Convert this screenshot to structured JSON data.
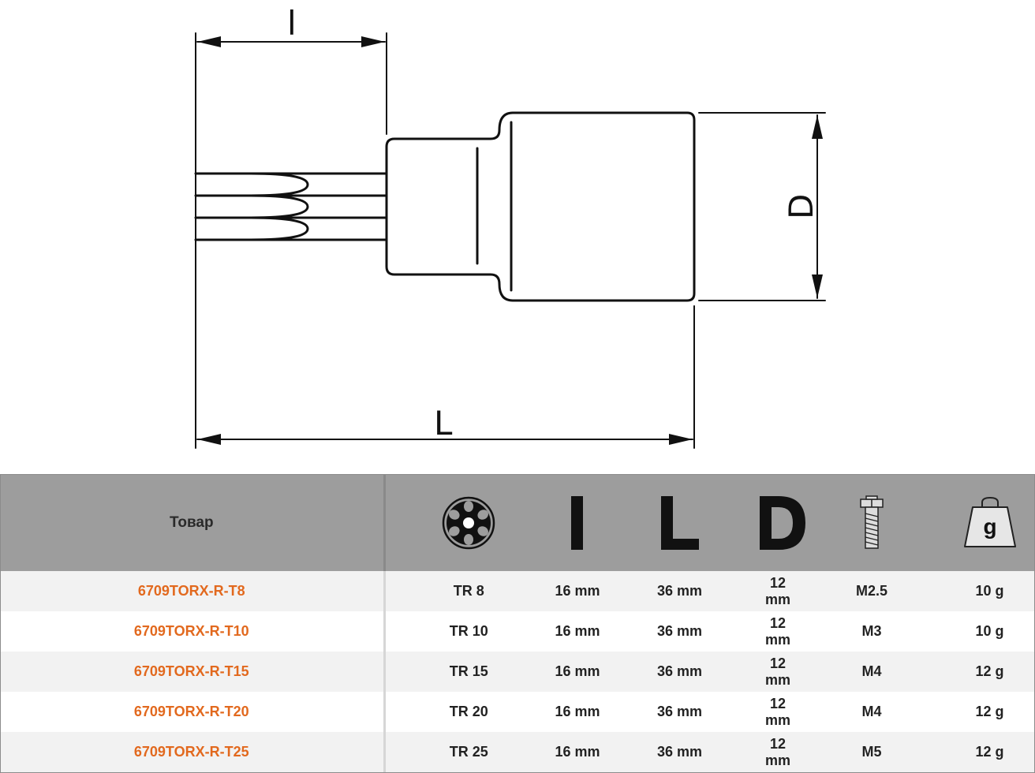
{
  "drawing": {
    "labels": {
      "small_length": "l",
      "total_length": "L",
      "diameter": "D"
    }
  },
  "table": {
    "product_header": "Товар",
    "icon_headers": [
      "torx-size-icon",
      "small-length-l-icon",
      "total-length-L-icon",
      "diameter-D-icon",
      "screw-size-icon",
      "weight-icon"
    ],
    "weight_icon_text": "g",
    "rows": [
      {
        "code": "6709TORX-R-T8",
        "torx": "TR 8",
        "l": "16 mm",
        "L": "36 mm",
        "D": "12 mm",
        "screw": "M2.5",
        "weight": "10 g"
      },
      {
        "code": "6709TORX-R-T10",
        "torx": "TR 10",
        "l": "16 mm",
        "L": "36 mm",
        "D": "12 mm",
        "screw": "M3",
        "weight": "10 g"
      },
      {
        "code": "6709TORX-R-T15",
        "torx": "TR 15",
        "l": "16 mm",
        "L": "36 mm",
        "D": "12 mm",
        "screw": "M4",
        "weight": "12 g"
      },
      {
        "code": "6709TORX-R-T20",
        "torx": "TR 20",
        "l": "16 mm",
        "L": "36 mm",
        "D": "12 mm",
        "screw": "M4",
        "weight": "12 g"
      },
      {
        "code": "6709TORX-R-T25",
        "torx": "TR 25",
        "l": "16 mm",
        "L": "36 mm",
        "D": "12 mm",
        "screw": "M5",
        "weight": "12 g"
      }
    ]
  },
  "colors": {
    "code_orange": "#e2691e",
    "header_gray": "#9d9d9d",
    "row_alt": "#f2f2f2"
  }
}
